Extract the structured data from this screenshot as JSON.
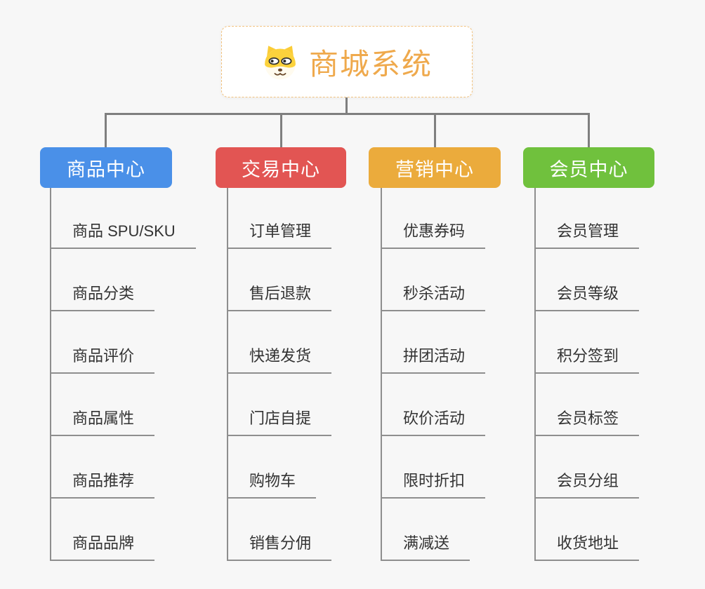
{
  "root": {
    "title": "商城系统",
    "icon": "dog-face-icon"
  },
  "branches": [
    {
      "id": "product-center",
      "label": "商品中心",
      "color": "#4A90E8",
      "items": [
        "商品 SPU/SKU",
        "商品分类",
        "商品评价",
        "商品属性",
        "商品推荐",
        "商品品牌"
      ]
    },
    {
      "id": "trade-center",
      "label": "交易中心",
      "color": "#E25553",
      "items": [
        "订单管理",
        "售后退款",
        "快递发货",
        "门店自提",
        "购物车",
        "销售分佣"
      ]
    },
    {
      "id": "marketing-center",
      "label": "营销中心",
      "color": "#EBAB3C",
      "items": [
        "优惠券码",
        "秒杀活动",
        "拼团活动",
        "砍价活动",
        "限时折扣",
        "满减送"
      ]
    },
    {
      "id": "member-center",
      "label": "会员中心",
      "color": "#70C13D",
      "items": [
        "会员管理",
        "会员等级",
        "积分签到",
        "会员标签",
        "会员分组",
        "收货地址"
      ]
    }
  ],
  "style": {
    "background": "#F7F7F7",
    "connector_color": "#7F7F7F",
    "underline_color": "#8E8E8E",
    "item_text_color": "#333333",
    "root_border_color": "#F2C27E",
    "root_title_color": "#EFA94C"
  }
}
